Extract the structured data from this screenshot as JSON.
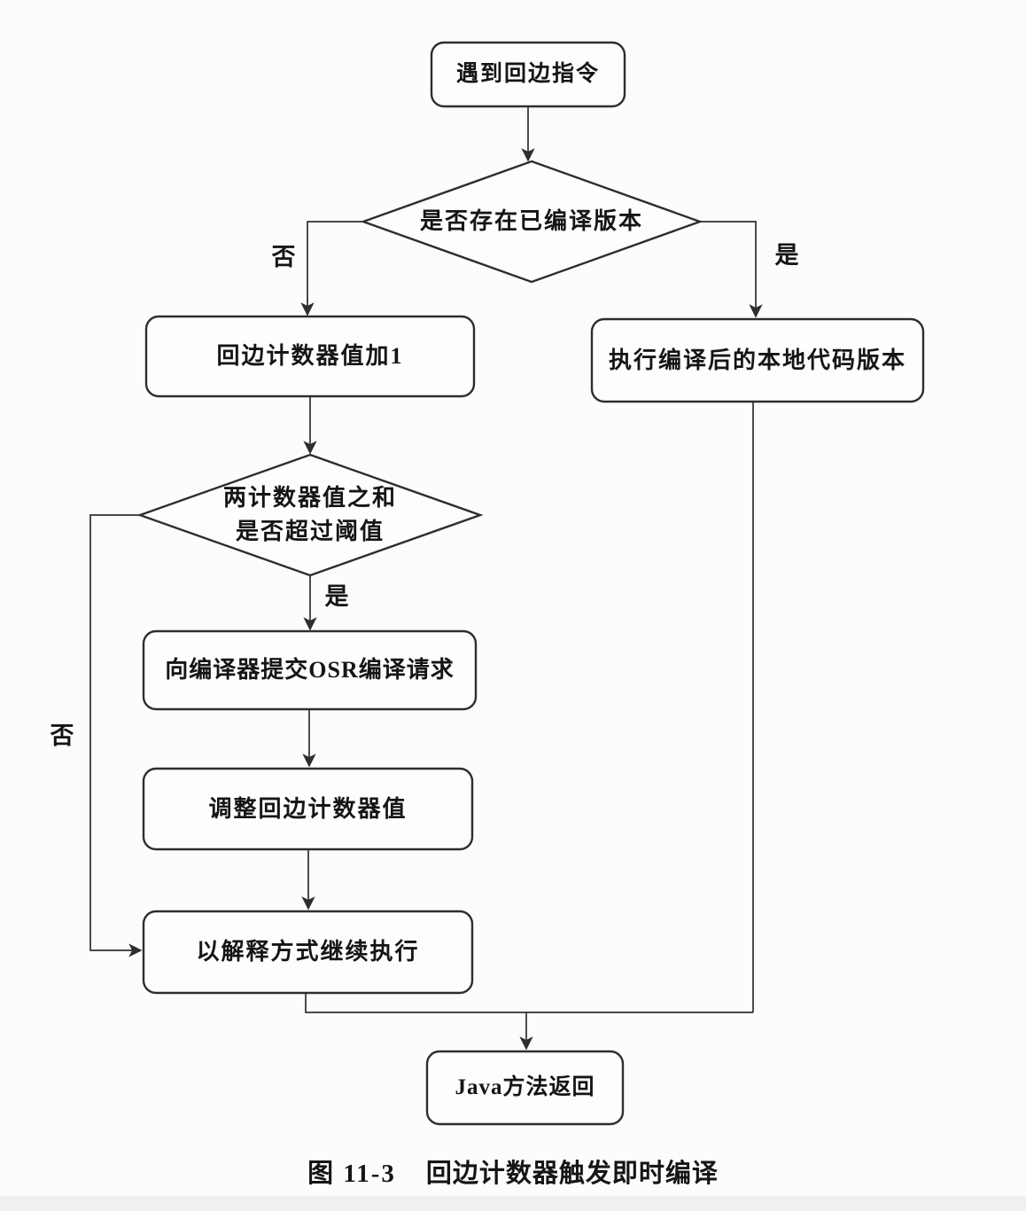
{
  "figure": {
    "caption_label": "图 11-3",
    "caption_title": "回边计数器触发即时编译"
  },
  "nodes": {
    "start": {
      "label": "遇到回边指令"
    },
    "decision_compiled": {
      "label": "是否存在已编译版本"
    },
    "incr_counter": {
      "label": "回边计数器值加1"
    },
    "exec_native": {
      "label": "执行编译后的本地代码版本"
    },
    "decision_threshold": {
      "line1": "两计数器值之和",
      "line2": "是否超过阈值"
    },
    "submit_osr": {
      "label": "向编译器提交OSR编译请求"
    },
    "adjust_counter": {
      "label": "调整回边计数器值"
    },
    "continue_interpret": {
      "label": "以解释方式继续执行"
    },
    "java_return": {
      "label": "Java方法返回"
    }
  },
  "edge_labels": {
    "compiled_no": "否",
    "compiled_yes": "是",
    "threshold_yes": "是",
    "threshold_no": "否"
  },
  "colors": {
    "line": "#2e2e2e",
    "text": "#151515",
    "background": "#fcfcfb",
    "box_fill": "#fdfdfc",
    "footer_strip": "#f1f0ef"
  }
}
